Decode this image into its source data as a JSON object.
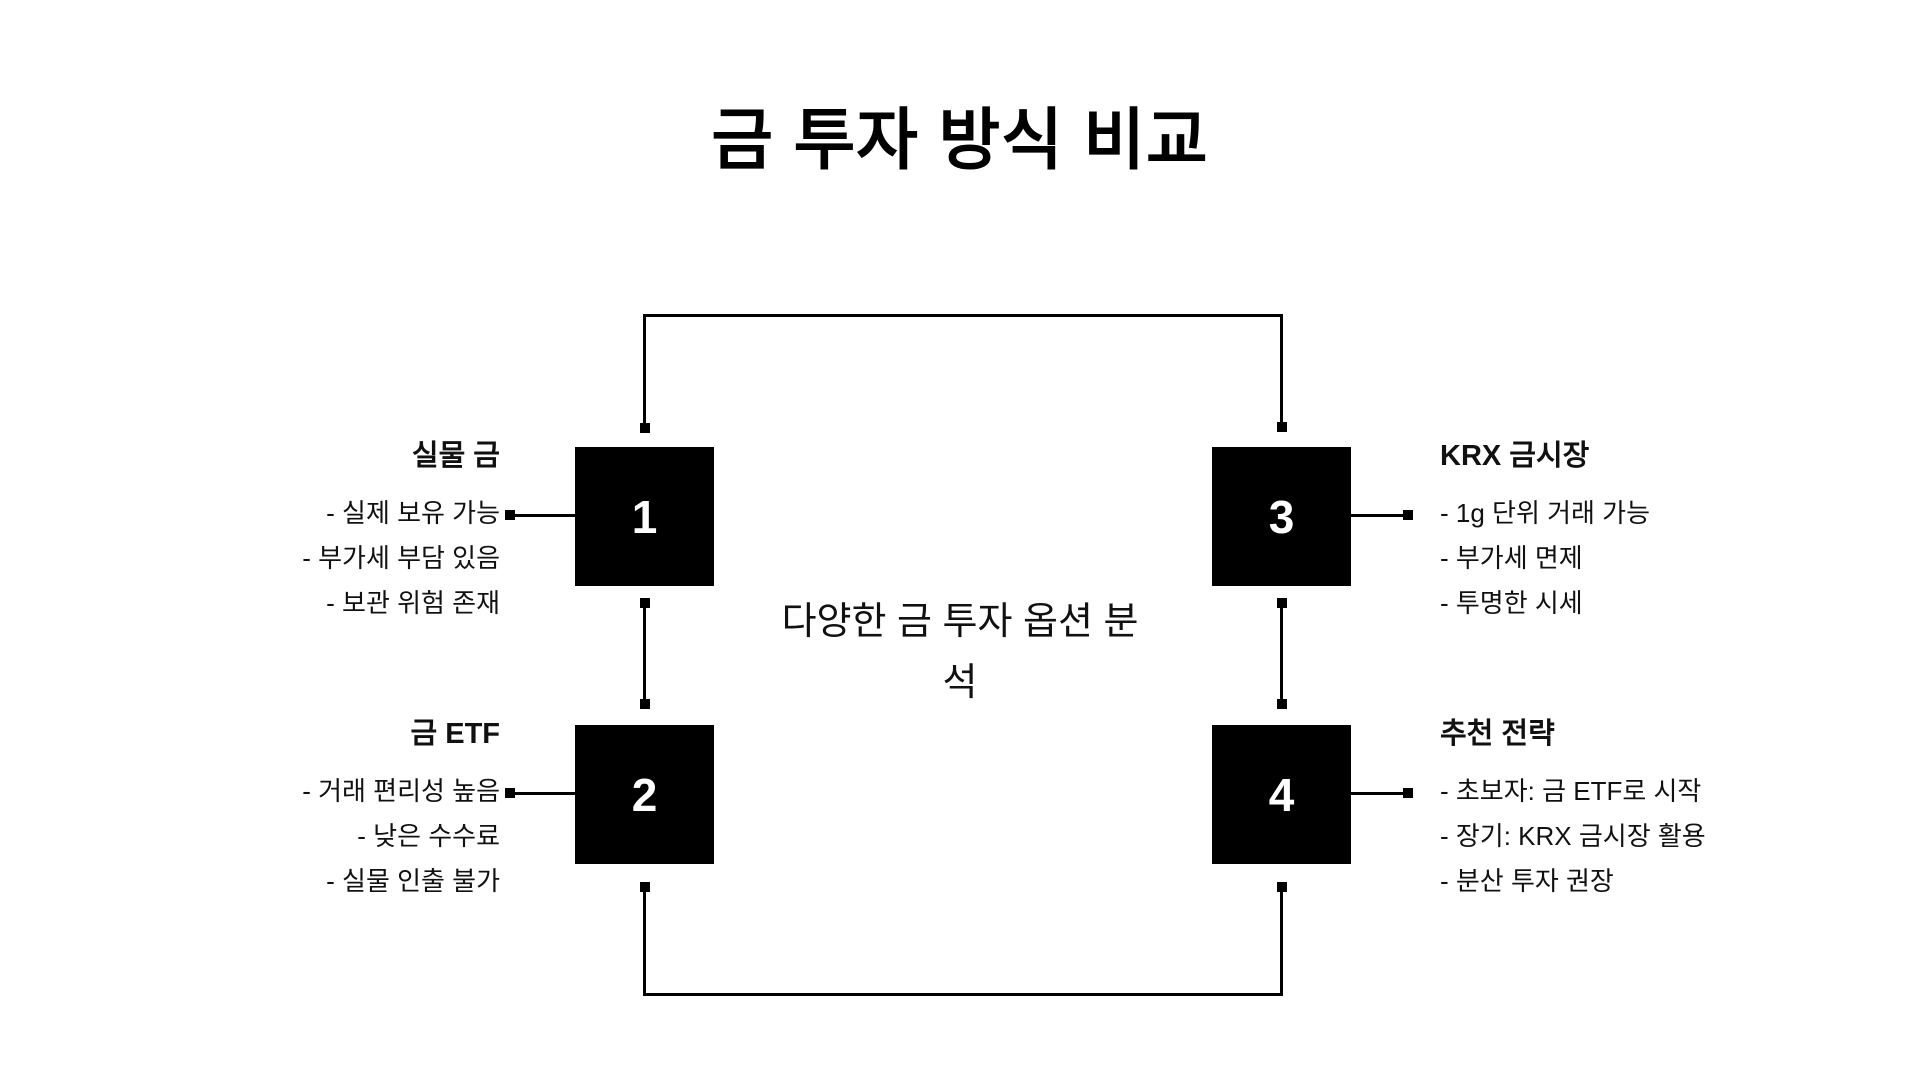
{
  "title": "금 투자 방식 비교",
  "center_caption": {
    "full_text": "다양한 금 투자 옵션 분석",
    "line1": "다양한 금 투자 옵션 분",
    "line2": "석"
  },
  "nodes": [
    {
      "number": "1",
      "label": "실물 금",
      "items": [
        "- 실제 보유 가능",
        "- 부가세 부담 있음",
        "- 보관 위험 존재"
      ]
    },
    {
      "number": "2",
      "label": "금 ETF",
      "items": [
        "- 거래 편리성 높음",
        "- 낮은 수수료",
        "- 실물 인출 불가"
      ]
    },
    {
      "number": "3",
      "label": "KRX 금시장",
      "items": [
        "- 1g 단위 거래 가능",
        "- 부가세 면제",
        "- 투명한 시세"
      ]
    },
    {
      "number": "4",
      "label": "추천 전략",
      "items": [
        "- 초보자: 금 ETF로 시작",
        "- 장기: KRX 금시장 활용",
        "- 분산 투자 권장"
      ]
    }
  ],
  "colors": {
    "background": "#ffffff",
    "node_fill": "#000000",
    "node_number": "#ffffff",
    "connector": "#000000",
    "text": "#111111"
  }
}
